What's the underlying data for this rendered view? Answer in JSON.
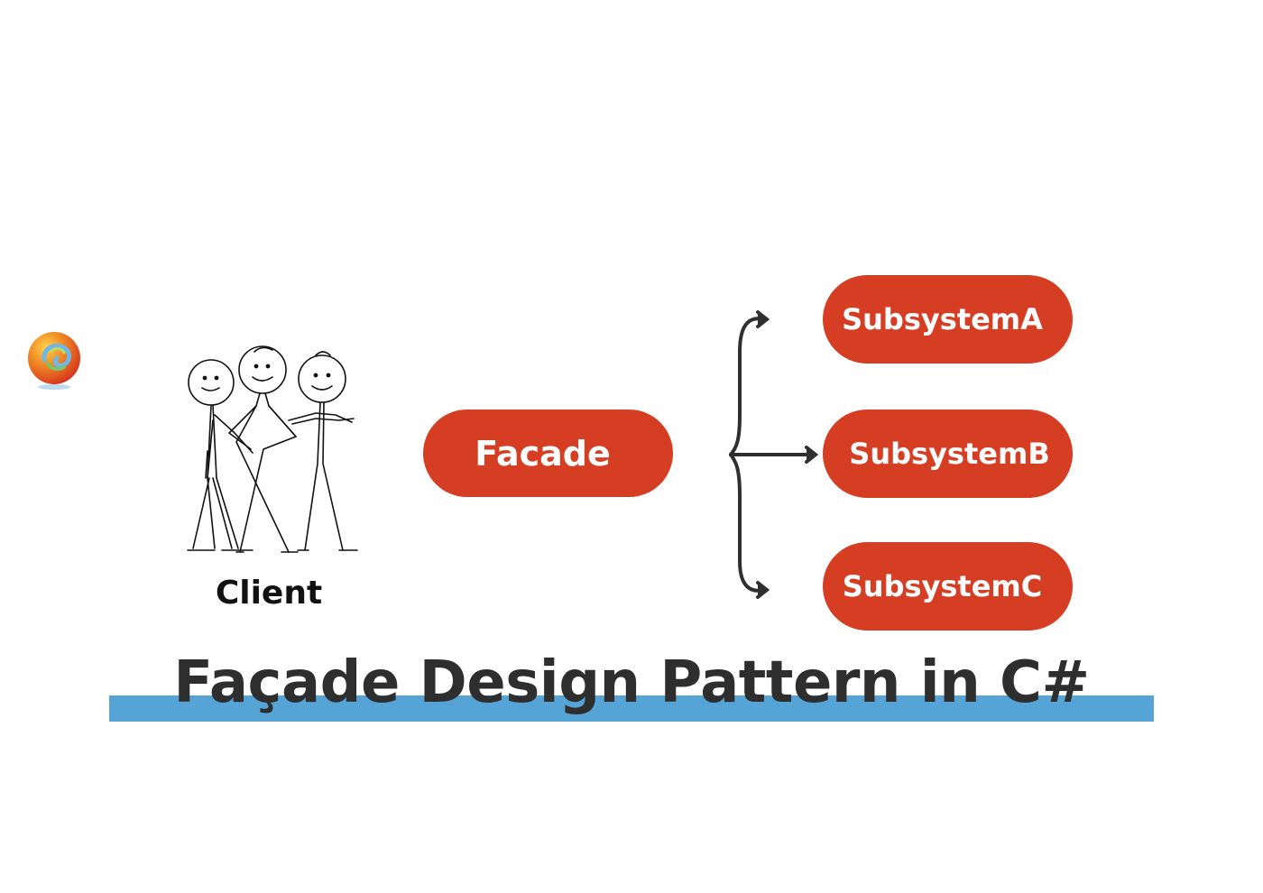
{
  "diagram": {
    "client_label": "Client",
    "facade_label": "Facade",
    "subsystems": [
      {
        "label": "SubsystemA"
      },
      {
        "label": "SubsystemB"
      },
      {
        "label": "SubsystemC"
      }
    ]
  },
  "title": "Façade Design Pattern in C#",
  "colors": {
    "pill": "#d53e23",
    "underline": "#56a3d6",
    "title_text": "#2e2e2e"
  },
  "icons": {
    "logo": "site-logo-icon",
    "client": "stick-figures-group-icon"
  }
}
